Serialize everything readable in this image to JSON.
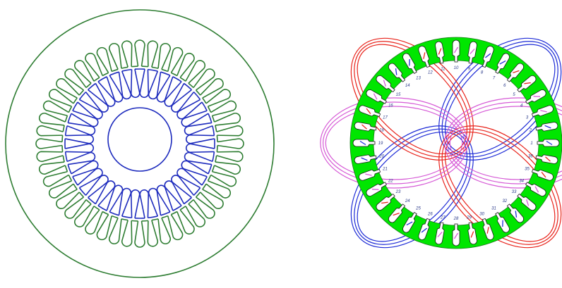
{
  "colors": {
    "background": "#ffffff",
    "stator_outline": "#2e7d32",
    "rotor_outline": "#1d2bbd",
    "stator_core_fill": "#00e600",
    "phase_a": "#1d2bd6",
    "phase_b": "#e8231b",
    "phase_c": "#d65ad6",
    "slot_number_text": "#2b3a8a"
  },
  "left_diagram": {
    "stator_slot_count": 48,
    "rotor_slot_count": 36
  },
  "right_diagram": {
    "slot_count": 36,
    "slot_labels": [
      "1",
      "2",
      "3",
      "4",
      "5",
      "6",
      "7",
      "8",
      "9",
      "10",
      "11",
      "12",
      "13",
      "14",
      "15",
      "16",
      "17",
      "18",
      "19",
      "20",
      "21",
      "22",
      "23",
      "24",
      "25",
      "26",
      "27",
      "28",
      "29",
      "30",
      "31",
      "32",
      "33",
      "34",
      "35",
      "36"
    ],
    "coils": [
      {
        "phase": "phase_a",
        "angle_deg": -45
      },
      {
        "phase": "phase_a",
        "angle_deg": 135
      },
      {
        "phase": "phase_b",
        "angle_deg": 45
      },
      {
        "phase": "phase_b",
        "angle_deg": -135
      },
      {
        "phase": "phase_c",
        "angle_deg": 0
      },
      {
        "phase": "phase_c",
        "angle_deg": 180
      }
    ]
  }
}
